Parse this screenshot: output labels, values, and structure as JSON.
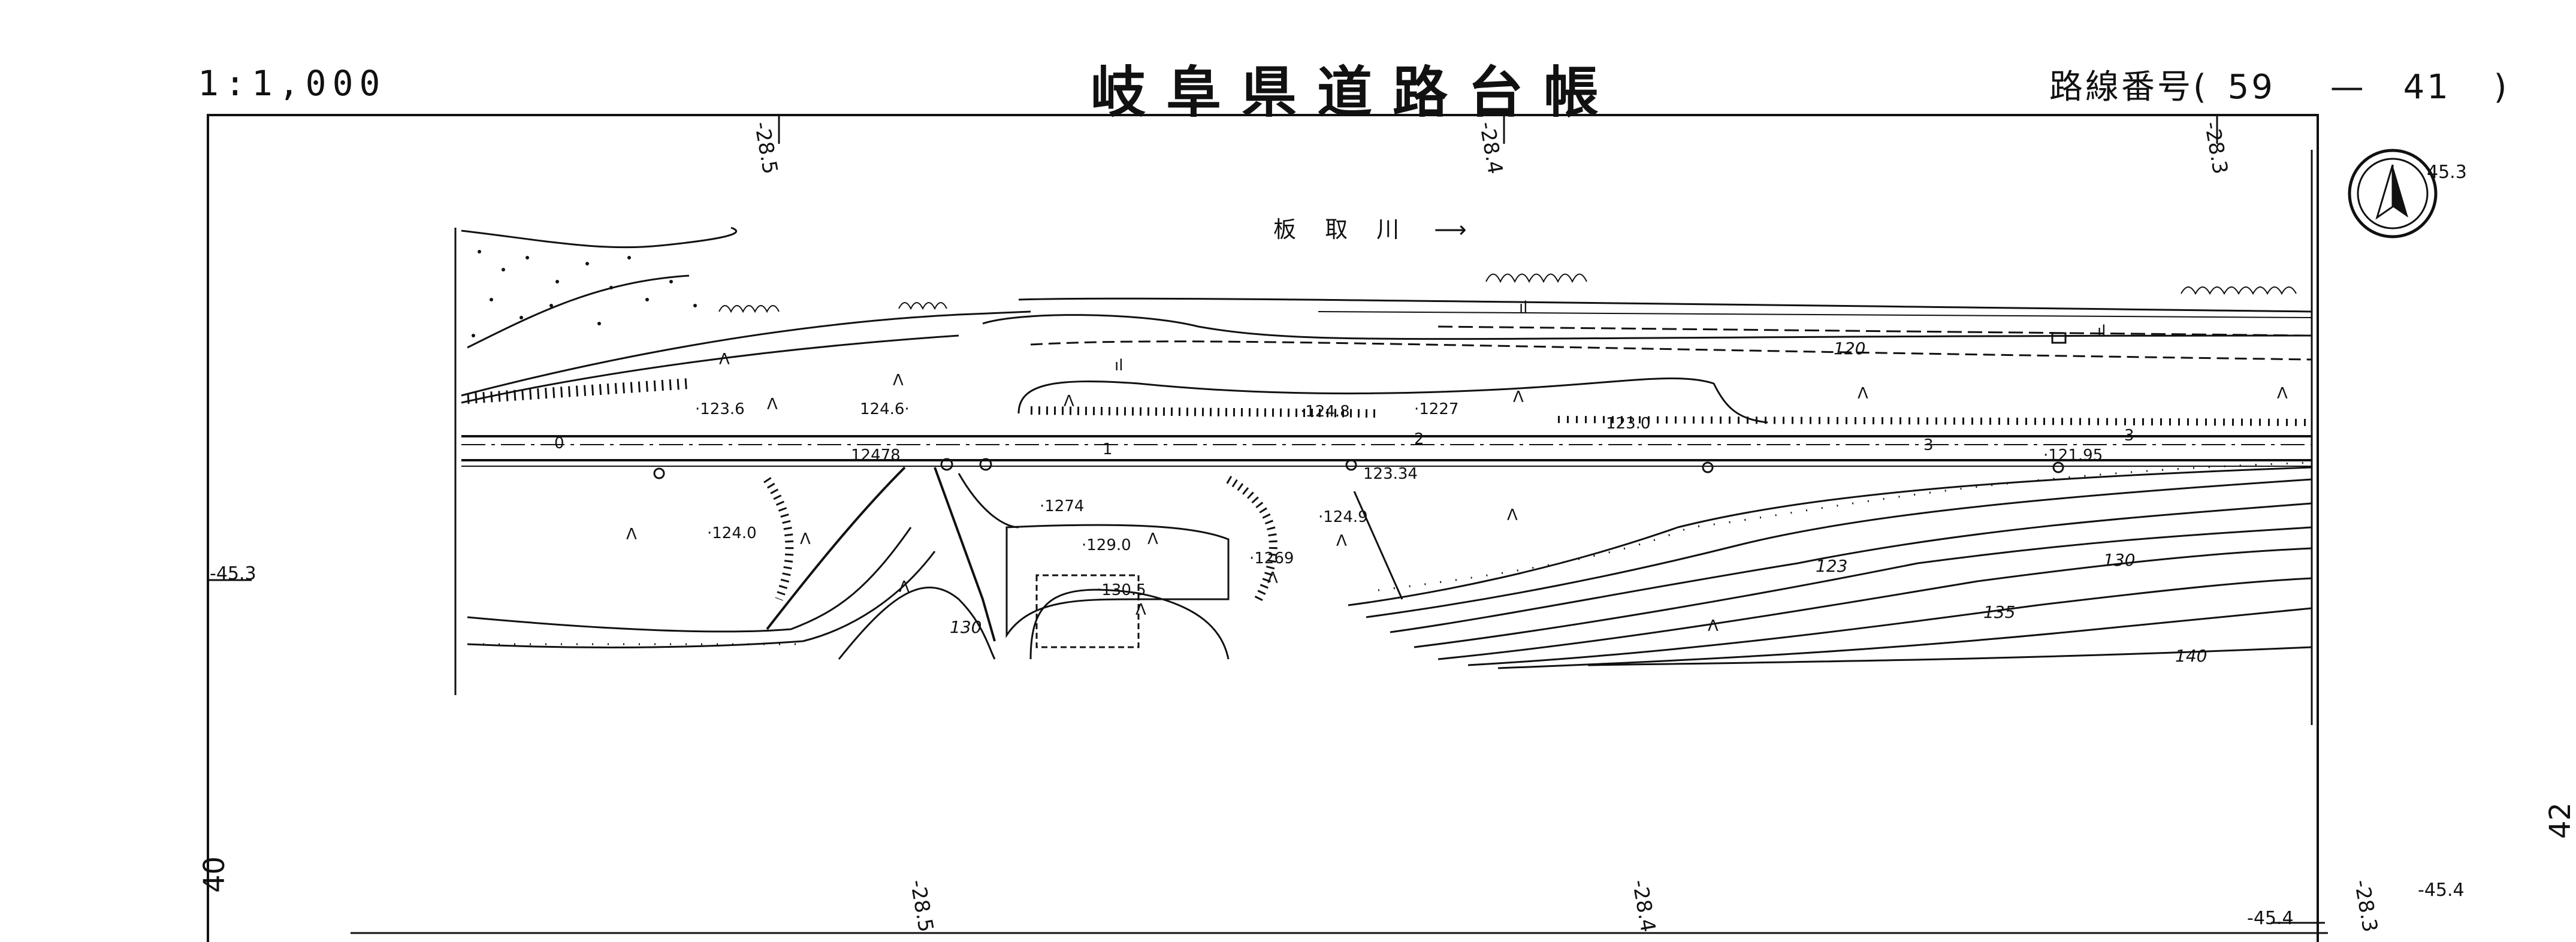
{
  "header": {
    "scale": "1:1,000",
    "title": "岐阜県道路台帳",
    "route_label": "路線番号(",
    "route_a": "59",
    "route_dash": "—",
    "route_b": "41",
    "route_close": ")"
  },
  "river": {
    "name": "板 取 川",
    "arrow": "⟶"
  },
  "grid": {
    "top": [
      "-28.5",
      "-28.4",
      "-28.3"
    ],
    "bottom": [
      "-28.5",
      "-28.4",
      "-28.3"
    ],
    "left": "-45.3",
    "right_top": "45.3",
    "right_bottom": "-45.4",
    "right_bottom2": "-45.4"
  },
  "sheets": {
    "prev": "40",
    "next": "42"
  },
  "spot_heights": [
    "·123.6",
    "124.6·",
    "·124.0",
    "12478",
    "·1274",
    "·129.0",
    "·130.5",
    "·124.8",
    "·1227",
    "123.0",
    "·124.9",
    "·1269",
    "123.34",
    "·121.95"
  ],
  "contour_labels": [
    "120",
    "123",
    "130",
    "135",
    "140",
    "130"
  ],
  "stations": [
    "0",
    "1",
    "2",
    "3",
    "3"
  ],
  "symbols": {
    "grass": "Λ",
    "shrub": "ıl"
  },
  "colors": {
    "ink": "#111111",
    "paper": "#ffffff"
  }
}
